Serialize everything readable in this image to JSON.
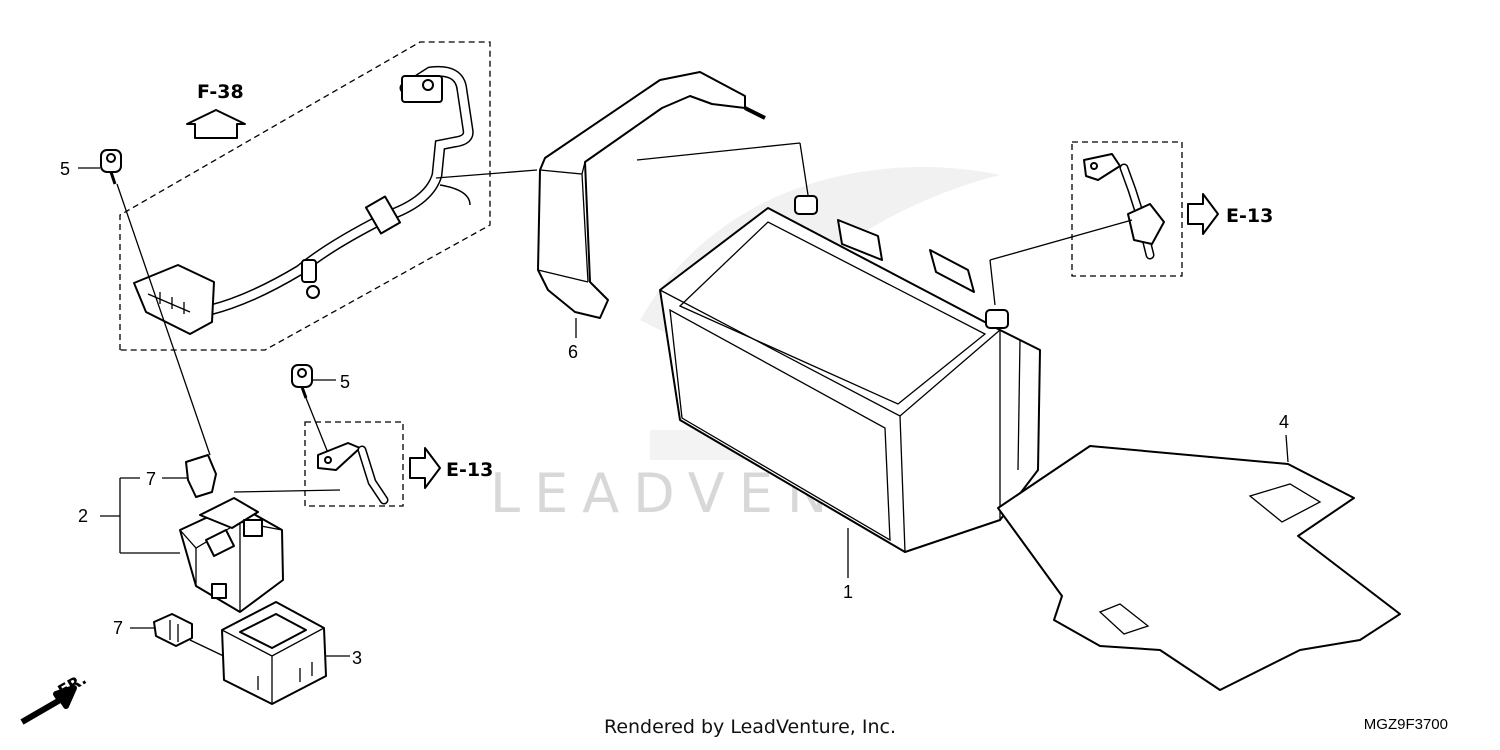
{
  "callouts": {
    "c1": "1",
    "c2": "2",
    "c3": "3",
    "c4": "4",
    "c5a": "5",
    "c5b": "5",
    "c6": "6",
    "c7a": "7",
    "c7b": "7"
  },
  "refs": {
    "f38": "F-38",
    "e13_top": "E-13",
    "e13_mid": "E-13"
  },
  "direction": "FR.",
  "watermark": "LEADVENTURE",
  "footer": "Rendered by LeadVenture, Inc.",
  "diagram_code": "MGZ9F3700"
}
